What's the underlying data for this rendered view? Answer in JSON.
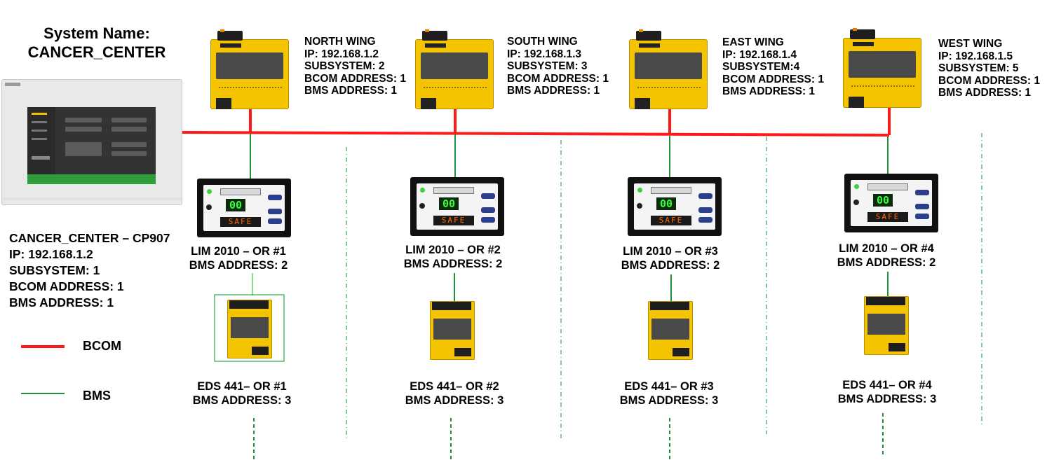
{
  "system": {
    "title_line1": "System Name:",
    "title_line2": "CANCER_CENTER"
  },
  "controller": {
    "lines": [
      "CANCER_CENTER – CP907",
      "IP: 192.168.1.2",
      "SUBSYSTEM: 1",
      "BCOM ADDRESS: 1",
      "BMS ADDRESS: 1"
    ]
  },
  "gateways": [
    {
      "lines": [
        "NORTH WING",
        "IP: 192.168.1.2",
        "SUBSYSTEM: 2",
        "BCOM ADDRESS: 1",
        "BMS ADDRESS: 1"
      ]
    },
    {
      "lines": [
        "SOUTH WING",
        "IP: 192.168.1.3",
        "SUBSYSTEM: 3",
        "BCOM ADDRESS: 1",
        "BMS ADDRESS: 1"
      ]
    },
    {
      "lines": [
        "EAST WING",
        "IP: 192.168.1.4",
        "SUBSYSTEM:4",
        "BCOM ADDRESS: 1",
        "BMS ADDRESS: 1"
      ]
    },
    {
      "lines": [
        "WEST WING",
        "IP: 192.168.1.5",
        "SUBSYSTEM: 5",
        "BCOM ADDRESS: 1",
        "BMS ADDRESS: 1"
      ]
    }
  ],
  "lims": [
    {
      "name": "LIM 2010 – OR #1",
      "address": "BMS ADDRESS: 2"
    },
    {
      "name": "LIM 2010 – OR #2",
      "address": "BMS ADDRESS: 2"
    },
    {
      "name": "LIM 2010 – OR #3",
      "address": "BMS ADDRESS: 2"
    },
    {
      "name": "LIM 2010 – OR #4",
      "address": "BMS ADDRESS: 2"
    }
  ],
  "eds": [
    {
      "name": "EDS 441– OR #1",
      "address": "BMS ADDRESS: 3"
    },
    {
      "name": "EDS 441– OR #2",
      "address": "BMS ADDRESS: 3"
    },
    {
      "name": "EDS 441– OR #3",
      "address": "BMS ADDRESS: 3"
    },
    {
      "name": "EDS 441– OR #4",
      "address": "BMS ADDRESS: 3"
    }
  ],
  "device_display": {
    "digits": "00",
    "status": "SAFE"
  },
  "legend": {
    "bcom": "BCOM",
    "bms": "BMS"
  },
  "colors": {
    "bcom_line": "#ff1a1a",
    "bms_line": "#1f8f3a",
    "device_yellow": "#f5c400"
  }
}
